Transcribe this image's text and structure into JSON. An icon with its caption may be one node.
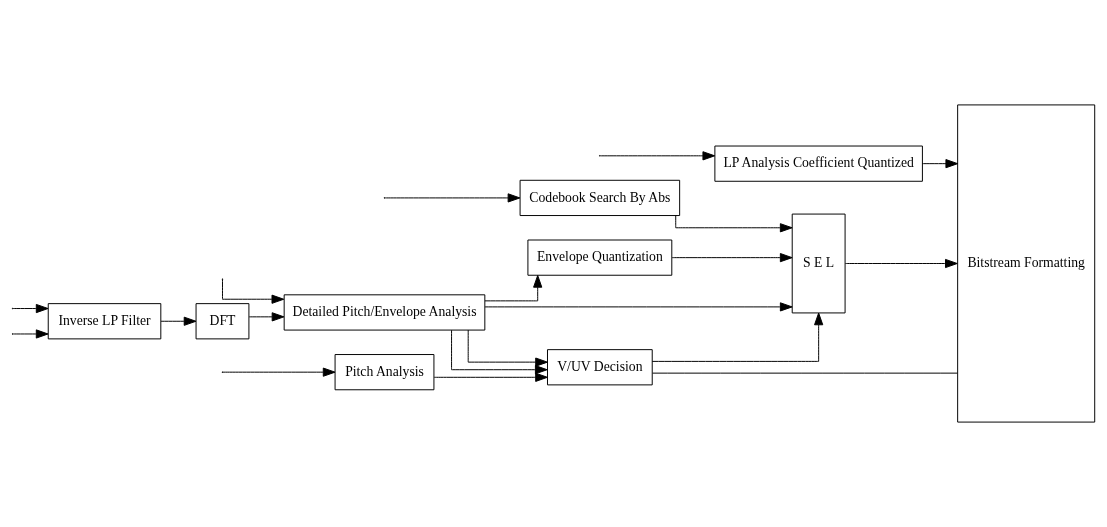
{
  "diagram": {
    "nodes": [
      {
        "text": [
          "Pitch Analysis"
        ]
      },
      {
        "text": [
          "LP Analysis Coefficient Quantized"
        ]
      },
      {
        "text": [
          "Inverse LP Filter"
        ]
      },
      {
        "text": [
          "DFT"
        ]
      },
      {
        "text": [
          "Detailed Pitch/Envelope Analysis"
        ]
      },
      {
        "text": [
          "V/UV Decision"
        ]
      },
      {
        "text": [
          "Envelope Quantization"
        ]
      },
      {
        "text": [
          "Codebook Search By Abs"
        ]
      },
      {
        "text": [
          "S E L"
        ]
      },
      {
        "text": [
          "Bitstream Formatting"
        ]
      }
    ],
    "edges": [
      {
        "from": null,
        "to": 0,
        "arrow": "to"
      },
      {
        "from": null,
        "to": 1,
        "arrow": "to"
      },
      {
        "from": null,
        "to": 2,
        "arrow": "to"
      },
      {
        "from": null,
        "to": 7,
        "arrow": "to"
      },
      {
        "from": null,
        "to": 2,
        "arrow": "to"
      },
      {
        "from": null,
        "to": 4,
        "arrow": "to"
      },
      {
        "from": 0,
        "to": 5,
        "arrow": "to"
      },
      {
        "from": 1,
        "to": 9,
        "arrow": "to"
      },
      {
        "from": 2,
        "to": 3,
        "arrow": "to"
      },
      {
        "from": 3,
        "to": 4,
        "arrow": "to"
      },
      {
        "from": 4,
        "to": 5,
        "arrow": "to"
      },
      {
        "from": 4,
        "to": 5,
        "arrow": "to"
      },
      {
        "from": 4,
        "to": 8,
        "arrow": "to"
      },
      {
        "from": 4,
        "to": 6,
        "arrow": "to"
      },
      {
        "from": 5,
        "to": 9,
        "arrow": "none"
      },
      {
        "from": 5,
        "to": 8,
        "arrow": "to"
      },
      {
        "from": 6,
        "to": 8,
        "arrow": "to"
      },
      {
        "from": 7,
        "to": 8,
        "arrow": "to"
      },
      {
        "from": 8,
        "to": 9,
        "arrow": "to"
      }
    ]
  }
}
